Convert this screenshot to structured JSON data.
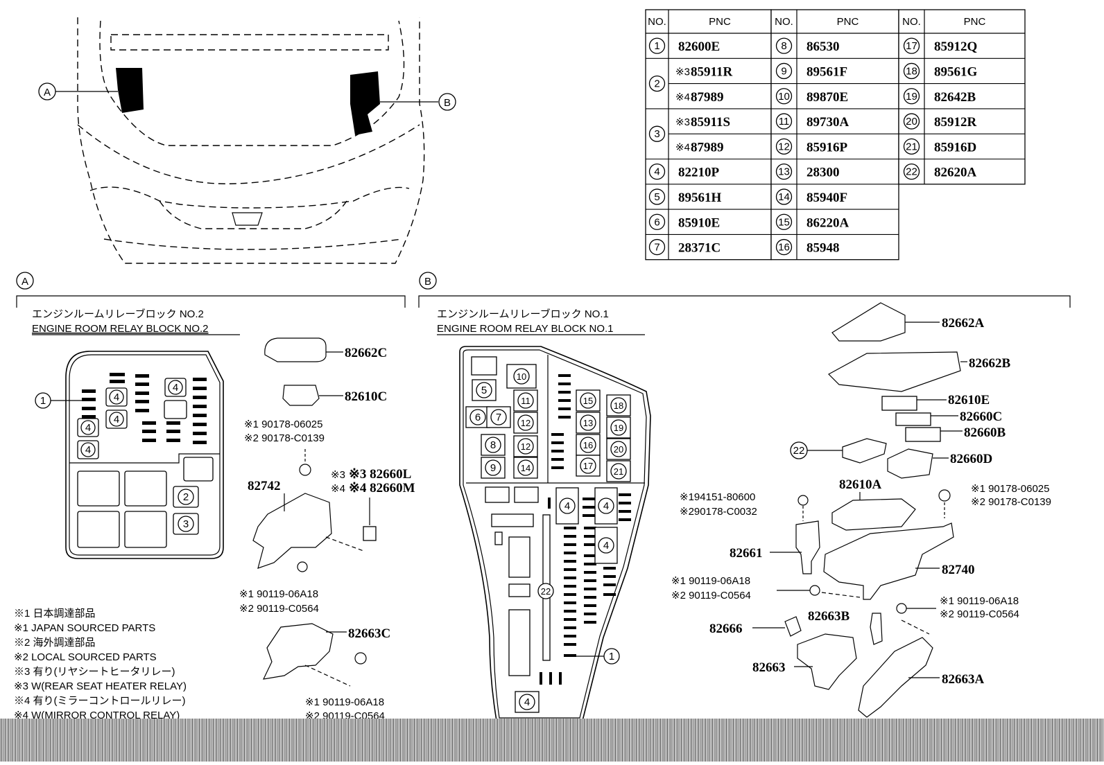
{
  "pnc_table": {
    "header_no": "NO.",
    "header_pnc": "PNC",
    "col1": [
      {
        "no": "1",
        "pnc": "82600E"
      },
      {
        "no": "2",
        "pnc": "85911R",
        "note": "※3"
      },
      {
        "no": "",
        "pnc": "87989",
        "note": "※4"
      },
      {
        "no": "3",
        "pnc": "85911S",
        "note": "※3"
      },
      {
        "no": "",
        "pnc": "87989",
        "note": "※4"
      },
      {
        "no": "4",
        "pnc": "82210P"
      },
      {
        "no": "5",
        "pnc": "89561H"
      },
      {
        "no": "6",
        "pnc": "85910E"
      },
      {
        "no": "7",
        "pnc": "28371C"
      }
    ],
    "col2": [
      {
        "no": "8",
        "pnc": "86530"
      },
      {
        "no": "9",
        "pnc": "89561F"
      },
      {
        "no": "10",
        "pnc": "89870E"
      },
      {
        "no": "11",
        "pnc": "89730A"
      },
      {
        "no": "12",
        "pnc": "85916P"
      },
      {
        "no": "13",
        "pnc": "28300"
      },
      {
        "no": "14",
        "pnc": "85940F"
      },
      {
        "no": "15",
        "pnc": "86220A"
      },
      {
        "no": "16",
        "pnc": "85948"
      }
    ],
    "col3": [
      {
        "no": "17",
        "pnc": "85912Q"
      },
      {
        "no": "18",
        "pnc": "89561G"
      },
      {
        "no": "19",
        "pnc": "82642B"
      },
      {
        "no": "20",
        "pnc": "85912R"
      },
      {
        "no": "21",
        "pnc": "85916D"
      },
      {
        "no": "22",
        "pnc": "82620A"
      }
    ]
  },
  "car_view": {
    "callout_a": "A",
    "callout_b": "B"
  },
  "section_a": {
    "marker": "A",
    "title_jp": "エンジンルームリレーブロック NO.2",
    "title_en": "ENGINE ROOM RELAY BLOCK NO.2",
    "parts": {
      "p82662C": "82662C",
      "p82610C": "82610C",
      "n1a": "※1 90178-06025",
      "n2a": "※2 90178-C0139",
      "p82742": "82742",
      "n3": "※3 82660L",
      "n4": "※4 82660M",
      "n1b": "※1 90119-06A18",
      "n2b": "※2 90119-C0564",
      "p82663C": "82663C",
      "n1c": "※1 90119-06A18",
      "n2c": "※2 90119-C0564"
    },
    "notes": [
      "※1 日本調達部品",
      "※1 JAPAN SOURCED PARTS",
      "※2 海外調達部品",
      "※2 LOCAL SOURCED PARTS",
      "※3 有り(リヤシートヒータリレー)",
      "※3 W(REAR SEAT HEATER RELAY)",
      "※4 有り(ミラーコントロールリレー)",
      "※4 W(MIRROR CONTROL RELAY)"
    ]
  },
  "section_b": {
    "marker": "B",
    "title_jp": "エンジンルームリレーブロック NO.1",
    "title_en": "ENGINE ROOM RELAY BLOCK NO.1",
    "parts": {
      "p82662A": "82662A",
      "p82662B": "82662B",
      "p82610E": "82610E",
      "p82660C": "82660C",
      "p82660B": "82660B",
      "p82660D": "82660D",
      "p82610A": "82610A",
      "n1a": "※1 90178-06025",
      "n2a": "※2 90178-C0139",
      "n1d": "※194151-80600",
      "n2d": "※290178-C0032",
      "p82661": "82661",
      "p82740": "82740",
      "n1e": "※1 90119-06A18",
      "n2e": "※2 90119-C0564",
      "n1f": "※1 90119-06A18",
      "n2f": "※2 90119-C0564",
      "p82663B": "82663B",
      "p82666": "82666",
      "p82663": "82663",
      "p82663A": "82663A"
    }
  }
}
